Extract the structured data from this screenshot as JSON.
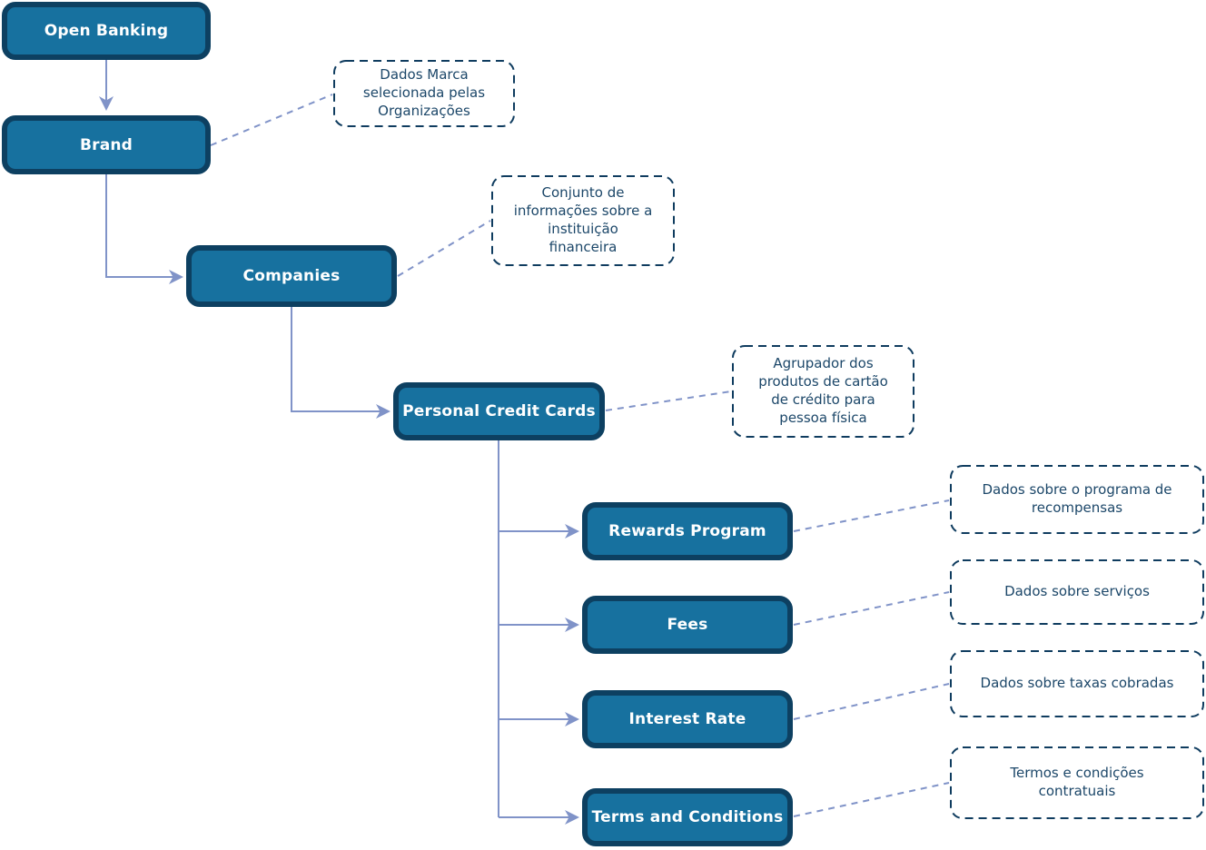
{
  "diagram": {
    "nodes": [
      {
        "id": "open-banking",
        "label": "Open Banking"
      },
      {
        "id": "brand",
        "label": "Brand"
      },
      {
        "id": "companies",
        "label": "Companies"
      },
      {
        "id": "personal-credit-cards",
        "label": "Personal Credit Cards"
      },
      {
        "id": "rewards-program",
        "label": "Rewards Program"
      },
      {
        "id": "fees",
        "label": "Fees"
      },
      {
        "id": "interest-rate",
        "label": "Interest Rate"
      },
      {
        "id": "terms-and-conditions",
        "label": "Terms and Conditions"
      }
    ],
    "notes": [
      {
        "for": "brand",
        "text": "Dados Marca\nselecionada pelas\nOrganizações"
      },
      {
        "for": "companies",
        "text": "Conjunto de\ninformações sobre a\ninstituição\nfinanceira"
      },
      {
        "for": "personal-credit-cards",
        "text": "Agrupador dos\nprodutos de cartão\nde crédito para\npessoa física"
      },
      {
        "for": "rewards-program",
        "text": "Dados sobre o programa de\nrecompensas"
      },
      {
        "for": "fees",
        "text": "Dados sobre serviços"
      },
      {
        "for": "interest-rate",
        "text": "Dados sobre taxas cobradas"
      },
      {
        "for": "terms-and-conditions",
        "text": "Termos e condições\ncontratuais"
      }
    ],
    "colors": {
      "node_fill": "#17719F",
      "node_border": "#0D4061",
      "node_text": "#FFFFFF",
      "note_border": "#0F3C5F",
      "note_text": "#1C4769",
      "connector": "#8093C8",
      "background": "#FFFFFF"
    }
  }
}
